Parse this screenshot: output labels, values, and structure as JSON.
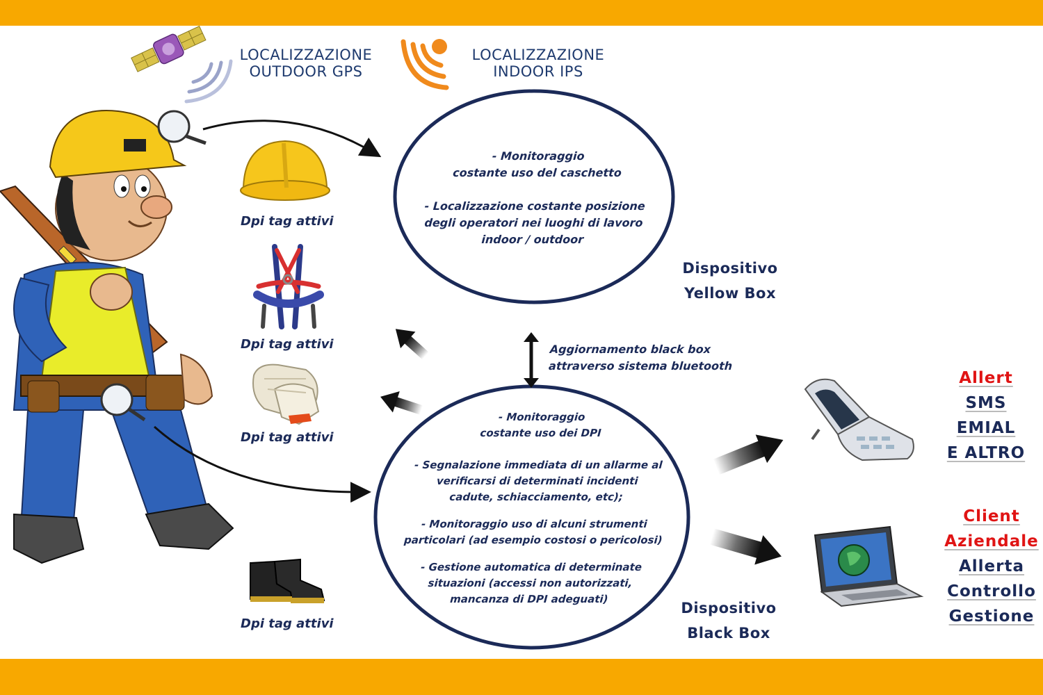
{
  "headers": {
    "gps_line1": "LOCALIZZAZIONE",
    "gps_line2": "OUTDOOR GPS",
    "ips_line1": "LOCALIZZAZIONE",
    "ips_line2": "INDOOR IPS"
  },
  "yellow_circle": {
    "lines": [
      "- Monitoraggio",
      "costante uso del caschetto",
      "",
      "- Localizzazione costante posizione",
      "degli operatori nei luoghi di lavoro",
      "indoor / outdoor"
    ]
  },
  "black_circle": {
    "lines": [
      "- Monitoraggio",
      "costante uso dei DPI",
      "",
      "- Segnalazione immediata di  un allarme al",
      "verificarsi  di determinati incidenti",
      "cadute,  schiacciamento, etc);",
      "- Monitoraggio uso di  alcuni strumenti",
      "particolari  (ad esempio costosi o pericolosi)",
      "- Gestione automatica di  determinate",
      "situazioni (accessi non autorizzati,",
      "mancanza di DPI adeguati)"
    ]
  },
  "dpi_label": "Dpi tag attivi",
  "devices": {
    "yellow_line1": "Dispositivo",
    "yellow_line2": "Yellow Box",
    "black_line1": "Dispositivo",
    "black_line2": "Black Box"
  },
  "bluetooth": {
    "line1": "Aggiornamento black box",
    "line2": "attraverso sistema bluetooth"
  },
  "alerts": {
    "phone": [
      "Allert",
      "SMS",
      "EMIAL",
      "E ALTRO"
    ],
    "pc": [
      "Client",
      "Aziendale",
      "Allerta",
      "Controllo",
      "Gestione"
    ]
  },
  "icons": {
    "satellite": "satellite-icon",
    "signal": "wifi-signal-icon",
    "worker": "worker-illustration",
    "helmet": "helmet-icon",
    "harness": "harness-icon",
    "gloves": "gloves-icon",
    "boots": "boots-icon",
    "phone": "flip-phone-icon",
    "laptop": "laptop-icon"
  },
  "colors": {
    "frame": "#f8a800",
    "text_navy": "#1b2a58",
    "alert_red": "#e01414",
    "signal_orange": "#f08a1c"
  }
}
